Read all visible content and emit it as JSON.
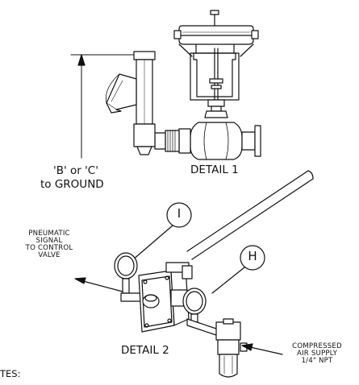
{
  "detail1": {
    "caption": "DETAIL 1",
    "dim_label_line1": "'B' or 'C'",
    "dim_label_line2": "to GROUND"
  },
  "detail2": {
    "caption": "DETAIL 2",
    "balloon_i": "I",
    "balloon_h": "H",
    "pneumatic_signal": [
      "PNEUMATIC",
      "SIGNAL",
      "TO CONTROL",
      "VALVE"
    ],
    "air_supply": [
      "COMPRESSED",
      "AIR SUPPLY",
      "1/4\" NPT"
    ]
  },
  "notes_heading": "TES:"
}
